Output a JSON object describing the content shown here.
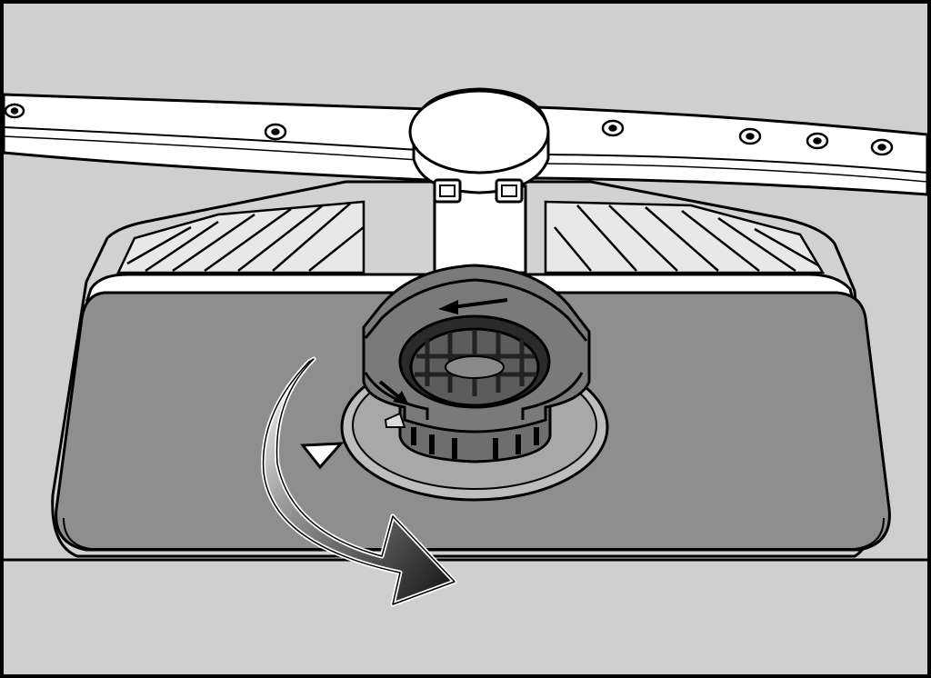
{
  "colors": {
    "background_gray": "#cfcfcf",
    "tub_wall": "#d2d2d2",
    "sump_plate": "#8e8e8e",
    "outline": "#000000",
    "highlight_white": "#ffffff",
    "arrow_dark": "#111111"
  },
  "icons": {
    "rotation_arrow": "curved-arrow-down-right",
    "alignment_mark": "triangle-marker",
    "lock_direction": "arrow-left"
  }
}
